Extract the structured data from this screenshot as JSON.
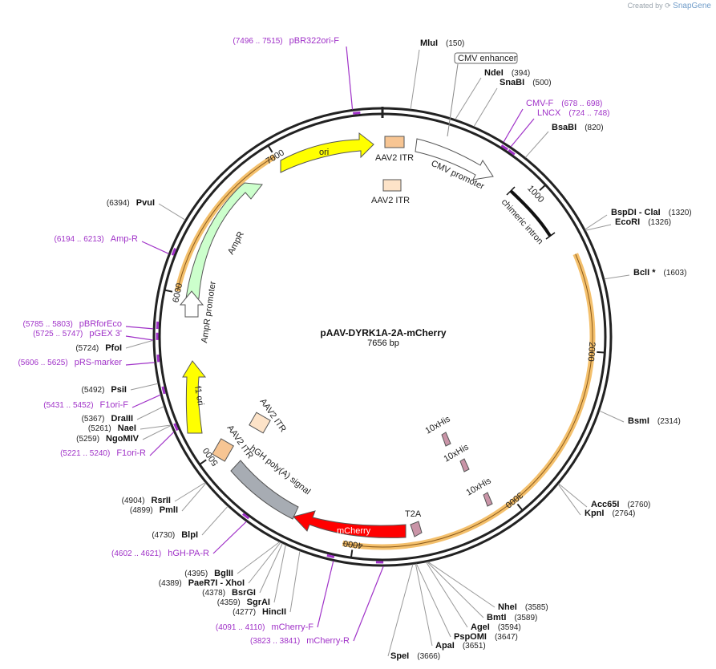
{
  "credit": {
    "prefix": "Created by",
    "brand": "SnapGene"
  },
  "plasmid": {
    "name": "pAAV-DYRK1A-2A-mCherry",
    "length_label": "7656 bp",
    "length": 7656
  },
  "ticks": [
    "1000",
    "2000",
    "3000",
    "4000",
    "5000",
    "6000",
    "7000"
  ],
  "enzymes_right": [
    {
      "name": "MluI",
      "pos": "(150)"
    },
    {
      "name": "NdeI",
      "pos": "(394)"
    },
    {
      "name": "SnaBI",
      "pos": "(500)"
    },
    {
      "name": "BsaBI",
      "pos": "(820)"
    },
    {
      "name": "BspDI  - ClaI",
      "pos": "(1320)"
    },
    {
      "name": "EcoRI",
      "pos": "(1326)"
    },
    {
      "name": "BclI *",
      "pos": "(1603)"
    },
    {
      "name": "BsmI",
      "pos": "(2314)"
    },
    {
      "name": "Acc65I",
      "pos": "(2760)"
    },
    {
      "name": "KpnI",
      "pos": "(2764)"
    },
    {
      "name": "NheI",
      "pos": "(3585)"
    },
    {
      "name": "BmtI",
      "pos": "(3589)"
    },
    {
      "name": "AgeI",
      "pos": "(3594)"
    },
    {
      "name": "PspOMI",
      "pos": "(3647)"
    },
    {
      "name": "ApaI",
      "pos": "(3651)"
    },
    {
      "name": "SpeI",
      "pos": "(3666)"
    }
  ],
  "enzymes_left": [
    {
      "name": "PvuI",
      "pos": "(6394)"
    },
    {
      "name": "PfoI",
      "pos": "(5724)"
    },
    {
      "name": "PsiI",
      "pos": "(5492)"
    },
    {
      "name": "DraIII",
      "pos": "(5367)"
    },
    {
      "name": "NaeI",
      "pos": "(5261)"
    },
    {
      "name": "NgoMIV",
      "pos": "(5259)"
    },
    {
      "name": "RsrII",
      "pos": "(4904)"
    },
    {
      "name": "PmlI",
      "pos": "(4899)"
    },
    {
      "name": "BlpI",
      "pos": "(4730)"
    },
    {
      "name": "BglII",
      "pos": "(4395)"
    },
    {
      "name": "PaeR7I  - XhoI",
      "pos": "(4389)"
    },
    {
      "name": "BsrGI",
      "pos": "(4378)"
    },
    {
      "name": "SgrAI",
      "pos": "(4359)"
    },
    {
      "name": "HincII",
      "pos": "(4277)"
    }
  ],
  "primers": [
    {
      "name": "pBR322ori-F",
      "range": "(7496 .. 7515)"
    },
    {
      "name": "CMV-F",
      "range": "(678 .. 698)"
    },
    {
      "name": "LNCX",
      "range": "(724 .. 748)"
    },
    {
      "name": "Amp-R",
      "range": "(6194 .. 6213)"
    },
    {
      "name": "pBRforEco",
      "range": "(5785 .. 5803)"
    },
    {
      "name": "pGEX 3'",
      "range": "(5725 .. 5747)"
    },
    {
      "name": "pRS-marker",
      "range": "(5606 .. 5625)"
    },
    {
      "name": "F1ori-F",
      "range": "(5431 .. 5452)"
    },
    {
      "name": "F1ori-R",
      "range": "(5221 .. 5240)"
    },
    {
      "name": "hGH-PA-R",
      "range": "(4602 .. 4621)"
    },
    {
      "name": "mCherry-F",
      "range": "(4091 .. 4110)"
    },
    {
      "name": "mCherry-R",
      "range": "(3823 .. 3841)"
    }
  ],
  "features": {
    "cmv_enhancer": "CMV enhancer",
    "cmv_promoter": "CMV promoter",
    "chimeric_intron": "chimeric intron",
    "aav2_itr_top_a": "AAV2 ITR",
    "aav2_itr_top_b": "AAV2 ITR",
    "aav2_itr_bot_a": "AAV2 ITR",
    "aav2_itr_bot_b": "AAV2 ITR",
    "ori": "ori",
    "ampr": "AmpR",
    "ampr_promoter": "AmpR promoter",
    "f1_ori": "f1 ori",
    "hgh_polya": "hGH poly(A) signal",
    "mcherry": "mCherry",
    "t2a": "T2A",
    "his1": "10xHis",
    "his2": "10xHis",
    "his3": "10xHis"
  },
  "colors": {
    "backbone": "#222222",
    "ori": "#ffff00",
    "ampr": "#ccffcc",
    "f1_ori": "#ffff00",
    "itr": "#f7c593",
    "hgh": "#a7acb3",
    "mcherry": "#ff0000",
    "t2a": "#c994a7",
    "his": "#c994a7",
    "insert_outline": "#f4c06c",
    "primer": "#a032c8"
  }
}
